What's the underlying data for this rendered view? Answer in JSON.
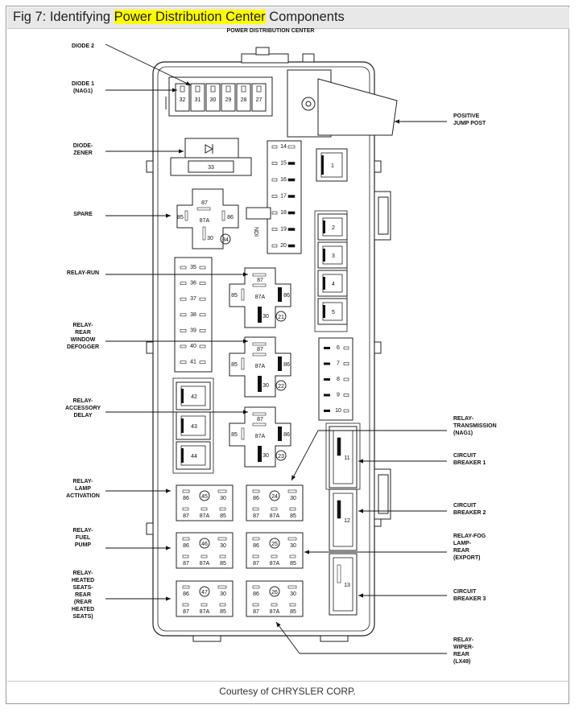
{
  "title": {
    "prefix": "Fig 7: Identifying ",
    "highlight": "Power Distribution Center",
    "suffix": " Components"
  },
  "diagram_heading": "POWER DISTRIBUTION CENTER",
  "caption": "Courtesy of CHRYSLER CORP.",
  "highlight_color": "#ffff00",
  "left_labels": [
    {
      "lines": [
        "DIODE 2"
      ]
    },
    {
      "lines": [
        "DIODE 1",
        "(NAG1)"
      ]
    },
    {
      "lines": [
        "DIODE-",
        "ZENER"
      ]
    },
    {
      "lines": [
        "SPARE"
      ]
    },
    {
      "lines": [
        "RELAY-RUN"
      ]
    },
    {
      "lines": [
        "RELAY-",
        "REAR",
        "WINDOW",
        "DEFOGGER"
      ]
    },
    {
      "lines": [
        "RELAY-",
        "ACCESSORY",
        "DELAY"
      ]
    },
    {
      "lines": [
        "RELAY-",
        "LAMP",
        "ACTIVATION"
      ]
    },
    {
      "lines": [
        "RELAY-",
        "FUEL",
        "PUMP"
      ]
    },
    {
      "lines": [
        "RELAY-",
        "HEATED",
        "SEATS-",
        "REAR",
        "(REAR",
        "HEATED",
        "SEATS)"
      ]
    }
  ],
  "right_labels": [
    {
      "lines": [
        "POSITIVE",
        "JUMP POST"
      ]
    },
    {
      "lines": [
        "RELAY-",
        "TRANSMISSION",
        "(NAG1)"
      ]
    },
    {
      "lines": [
        "CIRCUIT",
        "BREAKER 1"
      ]
    },
    {
      "lines": [
        "CIRCUIT",
        "BREAKER 2"
      ]
    },
    {
      "lines": [
        "RELAY-FOG",
        "LAMP-",
        "REAR",
        "(EXPORT)"
      ]
    },
    {
      "lines": [
        "CIRCUIT",
        "BREAKER 3"
      ]
    },
    {
      "lines": [
        "RELAY-",
        "WIPER-",
        "REAR",
        "(LX49)"
      ]
    }
  ],
  "diodes_top": [
    "32",
    "31",
    "30",
    "29",
    "28",
    "27"
  ],
  "diode_zener": "33",
  "fuses_center": [
    "14",
    "15",
    "16",
    "17",
    "18",
    "19",
    "20"
  ],
  "fuses_left": [
    "35",
    "36",
    "37",
    "38",
    "39",
    "40",
    "41"
  ],
  "fuses_right_small": [
    "6",
    "7",
    "8",
    "9",
    "10"
  ],
  "cartridge_right": [
    "1",
    "2",
    "3",
    "4",
    "5"
  ],
  "cartridge_left": [
    "42",
    "43",
    "44"
  ],
  "breakers": [
    "11",
    "12",
    "13"
  ],
  "nd_label": "NDI",
  "pins": {
    "p87": "87",
    "p87a": "87A",
    "p86": "86",
    "p85": "85",
    "p30": "30"
  },
  "iso_relays": [
    "34",
    "21",
    "22",
    "23"
  ],
  "mini_relays": [
    "45",
    "24",
    "46",
    "25",
    "47",
    "26"
  ]
}
